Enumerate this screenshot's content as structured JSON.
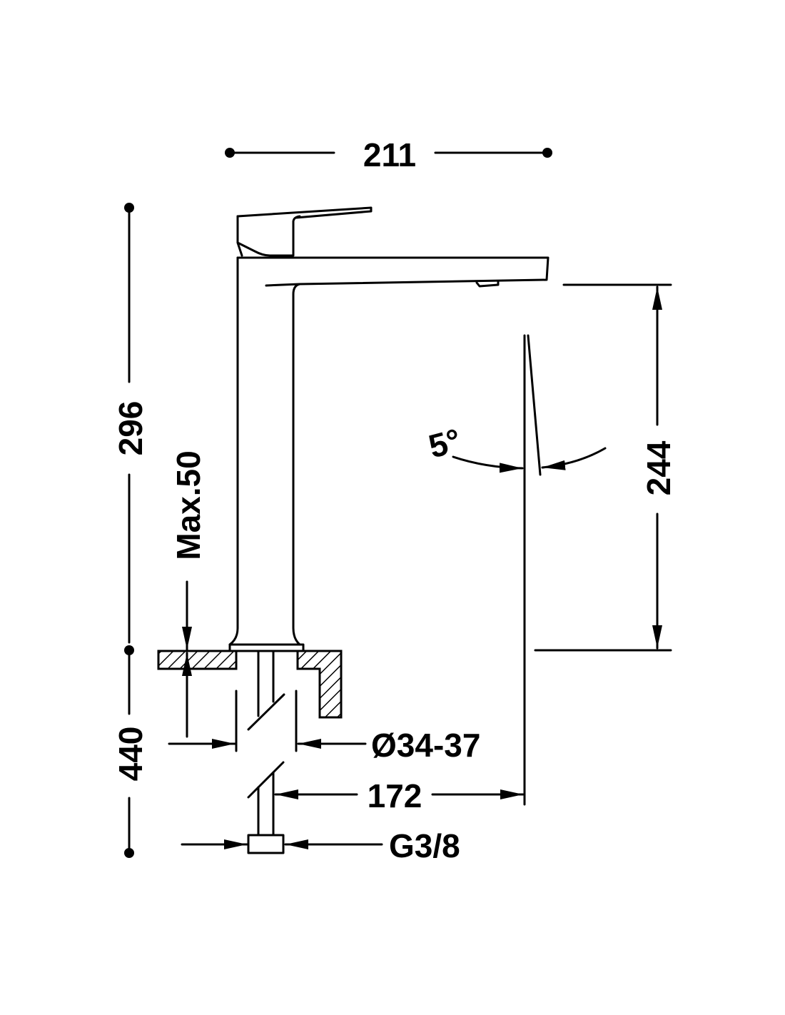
{
  "drawing": {
    "dimensions": {
      "width_overall": "211",
      "height_overall": "296",
      "spout_height": "244",
      "counter_max": "Max.50",
      "pipe_length": "440",
      "hole_diameter": "Ø34-37",
      "spout_reach": "172",
      "connection": "G3/8",
      "angle": "5°"
    },
    "colors": {
      "line": "#000000",
      "background": "#ffffff"
    }
  }
}
